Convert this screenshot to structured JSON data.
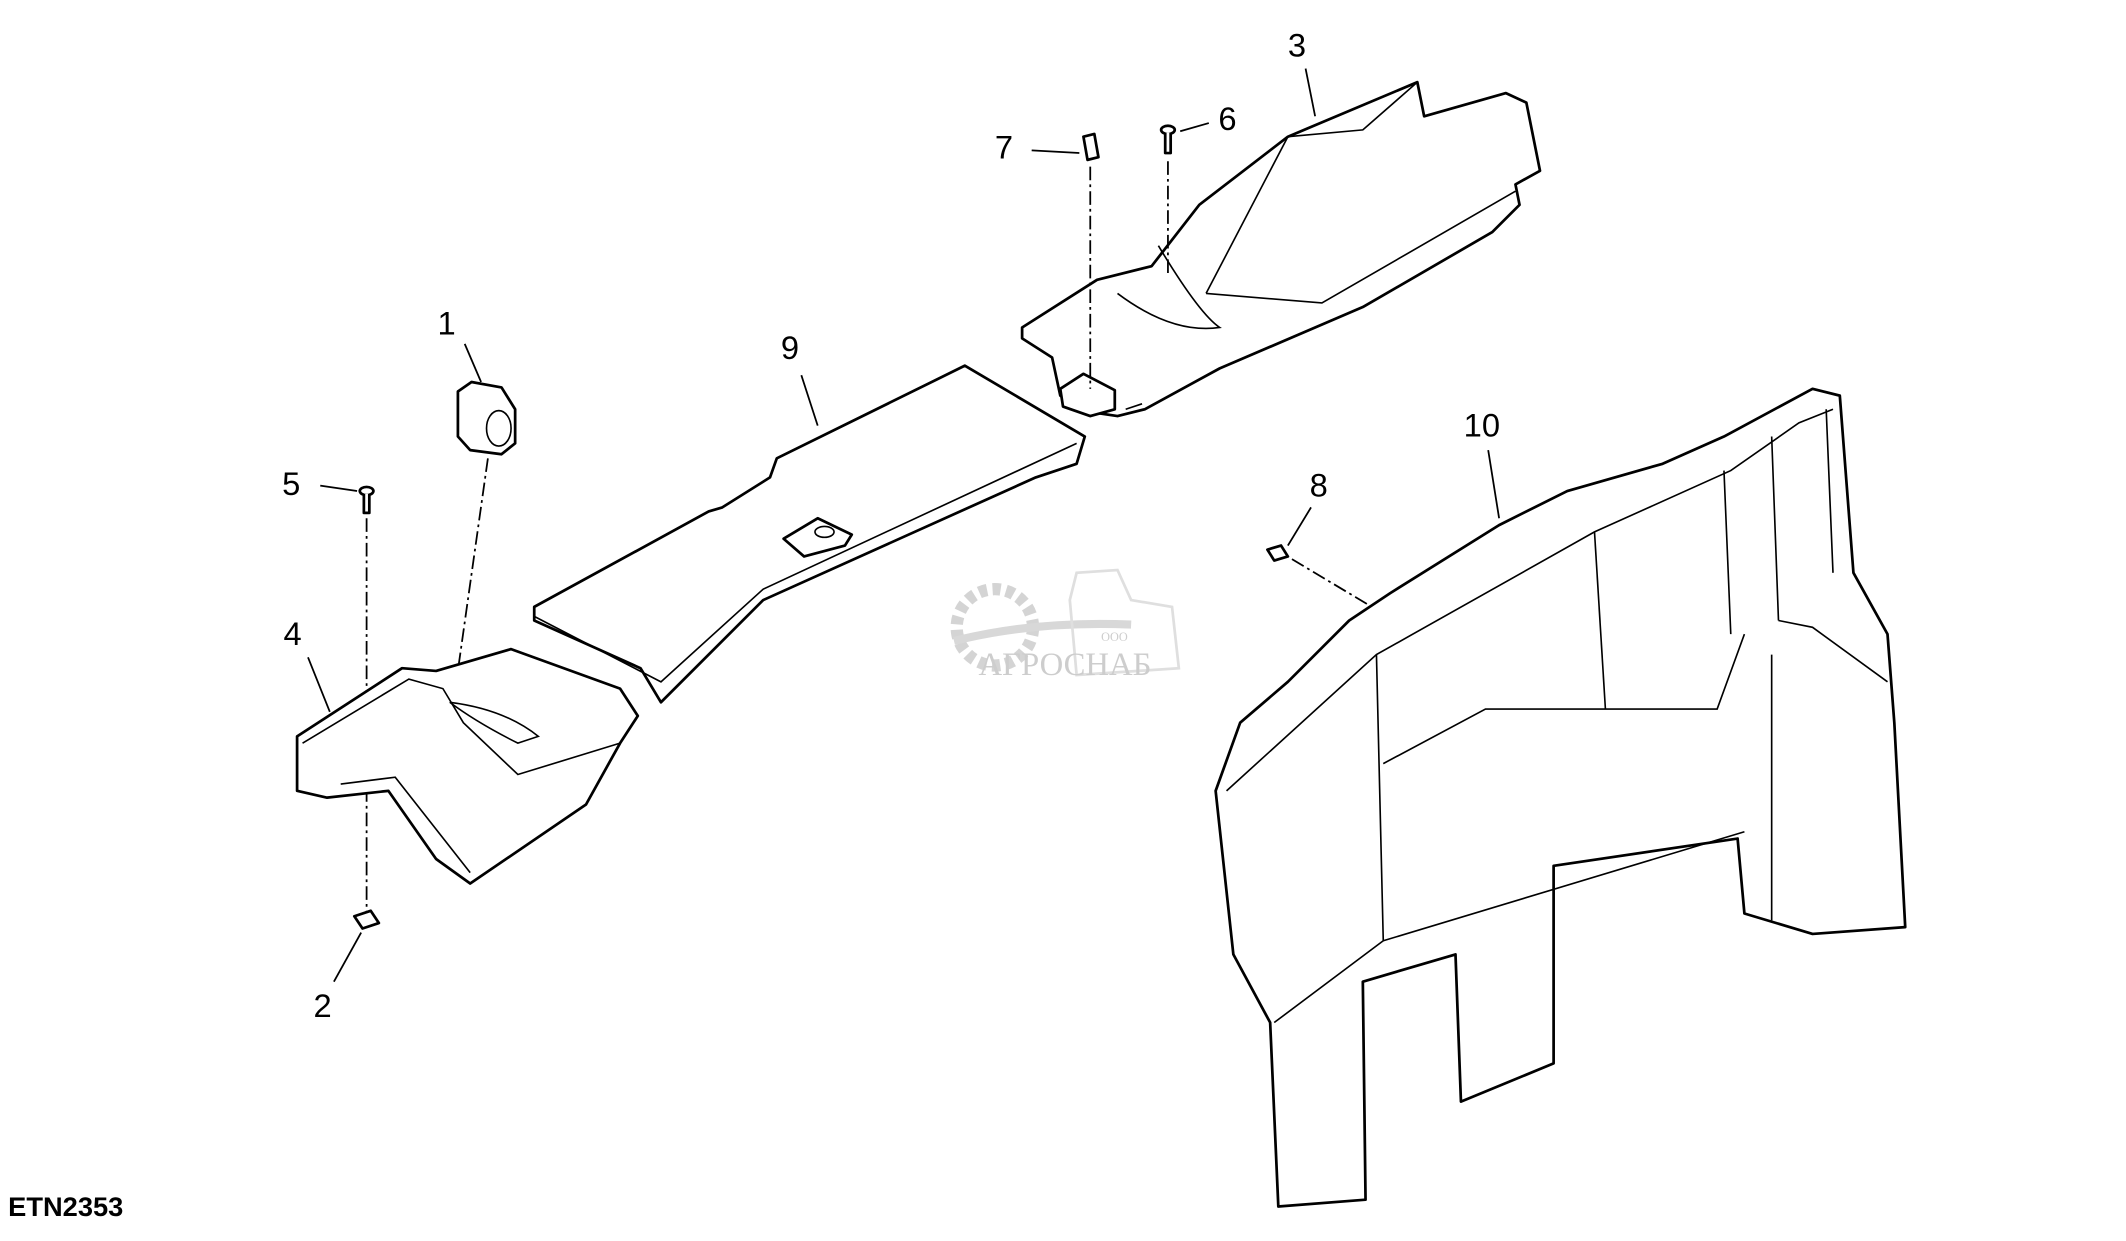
{
  "figure_id": "ETN2353",
  "callouts": [
    "1",
    "2",
    "3",
    "4",
    "5",
    "6",
    "7",
    "8",
    "9",
    "10"
  ],
  "watermark": {
    "small": "ООО",
    "brand": "АГРОСНАБ"
  }
}
